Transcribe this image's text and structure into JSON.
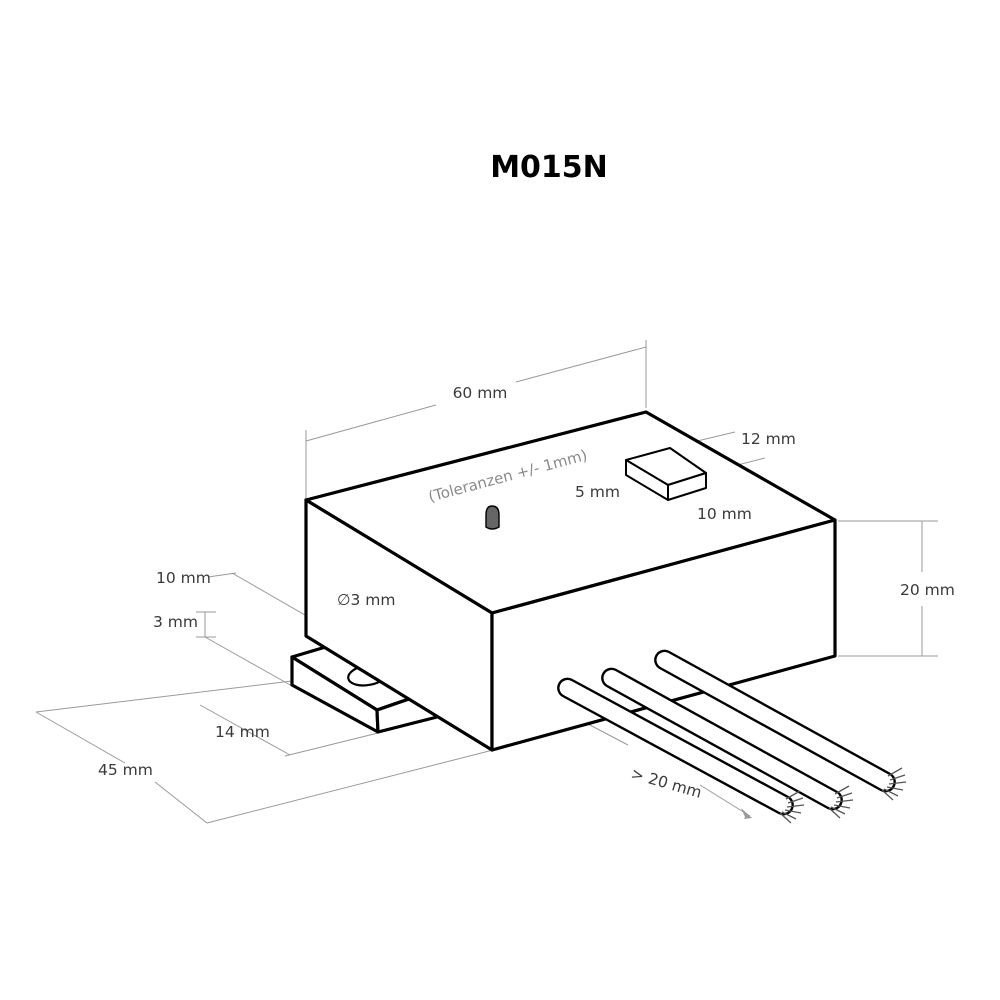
{
  "title": "M015N",
  "tolerance_note": "(Toleranzen +/- 1mm)",
  "dimensions": {
    "length": "60 mm",
    "height": "20 mm",
    "depth": "45 mm",
    "switch_length": "12 mm",
    "switch_height": "5 mm",
    "switch_width": "10 mm",
    "tab_width": "10 mm",
    "tab_thickness": "3 mm",
    "hole_diameter": "3 mm",
    "tab_length": "14 mm",
    "wire_length": "> 20 mm"
  },
  "diameter_symbol": "∅"
}
